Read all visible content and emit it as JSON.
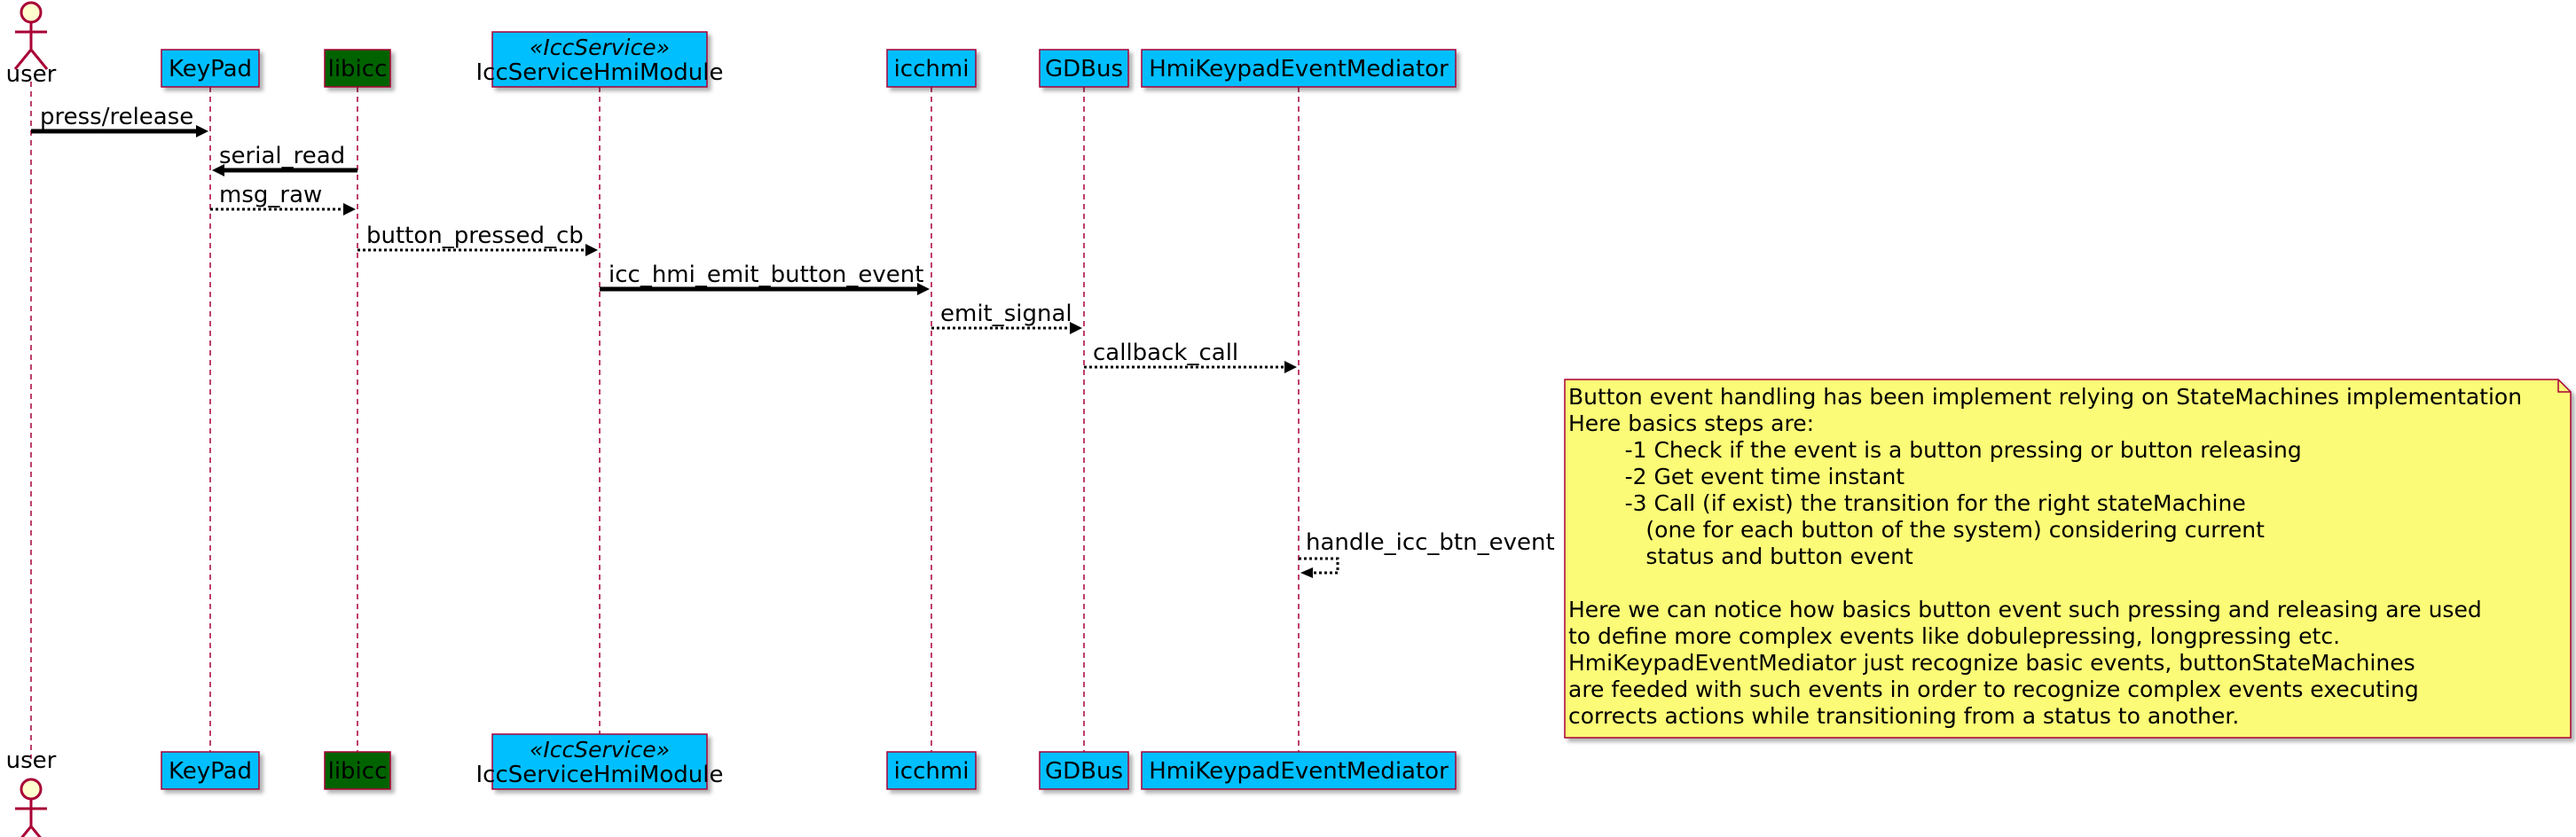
{
  "participants": [
    {
      "id": "user",
      "label": "user",
      "kind": "actor"
    },
    {
      "id": "keypad",
      "label": "KeyPad",
      "kind": "box",
      "fill": "#00bfff"
    },
    {
      "id": "libicc",
      "label": "libicc",
      "kind": "box",
      "fill": "#006400"
    },
    {
      "id": "iccservice",
      "label": "IccServiceHmiModule",
      "stereotype": "«IccService»",
      "kind": "box",
      "fill": "#00bfff"
    },
    {
      "id": "icchmi",
      "label": "icchmi",
      "kind": "box",
      "fill": "#00bfff"
    },
    {
      "id": "gdbus",
      "label": "GDBus",
      "kind": "box",
      "fill": "#00bfff"
    },
    {
      "id": "mediator",
      "label": "HmiKeypadEventMediator",
      "kind": "box",
      "fill": "#00bfff"
    }
  ],
  "messages": [
    {
      "from": "user",
      "to": "keypad",
      "label": "press/release",
      "style": "bold"
    },
    {
      "from": "libicc",
      "to": "keypad",
      "label": "serial_read",
      "style": "bold"
    },
    {
      "from": "keypad",
      "to": "libicc",
      "label": "msg_raw",
      "style": "dotted"
    },
    {
      "from": "libicc",
      "to": "iccservice",
      "label": "button_pressed_cb",
      "style": "dotted"
    },
    {
      "from": "iccservice",
      "to": "icchmi",
      "label": "icc_hmi_emit_button_event",
      "style": "bold"
    },
    {
      "from": "icchmi",
      "to": "gdbus",
      "label": "emit_signal",
      "style": "dotted"
    },
    {
      "from": "gdbus",
      "to": "mediator",
      "label": "callback_call",
      "style": "dotted"
    },
    {
      "from": "mediator",
      "to": "mediator",
      "label": "handle_icc_btn_event",
      "style": "self"
    }
  ],
  "note": {
    "lines": [
      "Button event handling has been implement relying on StateMachines implementation",
      "Here basics steps are:",
      "        -1 Check if the event is a button pressing or button releasing",
      "        -2 Get event time instant",
      "        -3 Call (if exist) the transition for the right stateMachine",
      "           (one for each button of the system) considering current",
      "           status and button event",
      "",
      "Here we can notice how basics button event such pressing and releasing are used",
      "to define more complex events like dobulepressing, longpressing etc.",
      "HmiKeypadEventMediator just recognize basic events, buttonStateMachines",
      "are feeded with such events in order to recognize complex events executing",
      "corrects actions while transitioning from a status to another."
    ],
    "fill": "#fbfb77"
  },
  "colors": {
    "lifeline": "#a80036",
    "border": "#a80036",
    "arrow": "#000000"
  }
}
